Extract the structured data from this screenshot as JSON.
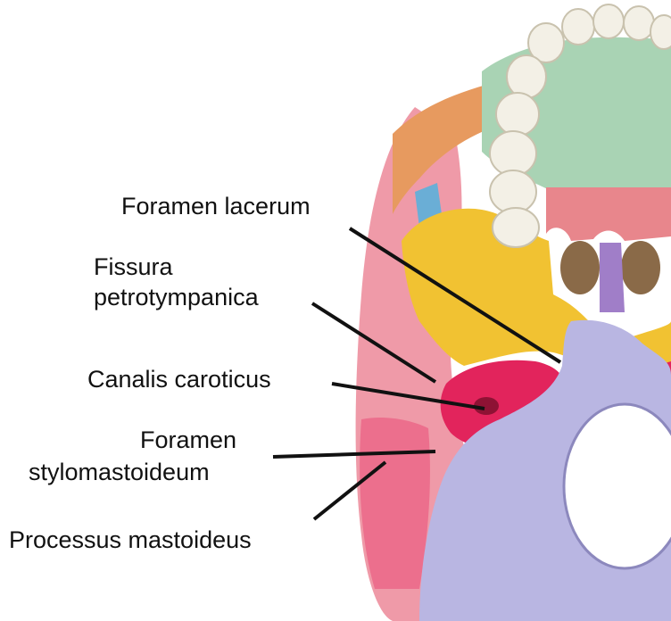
{
  "labels": {
    "foramen_lacerum": "Foramen lacerum",
    "fissura_line1": "Fissura",
    "fissura_line2": "petrotympanica",
    "canalis_caroticus": "Canalis caroticus",
    "foramen_stylo_line1": "Foramen",
    "foramen_stylo_line2": "stylomastoideum",
    "processus_mastoideus": "Processus mastoideus"
  },
  "colors": {
    "maxilla": "#a9d3b4",
    "palatine": "#e8868c",
    "sphenoid": "#f1c232",
    "temporal": "#ef9aa8",
    "petrous": "#e2245c",
    "occipital": "#b9b6e2",
    "zygomatic": "#e79a5f",
    "vomer": "#a07ec8",
    "frontal": "#6aaed6",
    "teeth": "#f3f0e6",
    "leader": "#111111"
  }
}
